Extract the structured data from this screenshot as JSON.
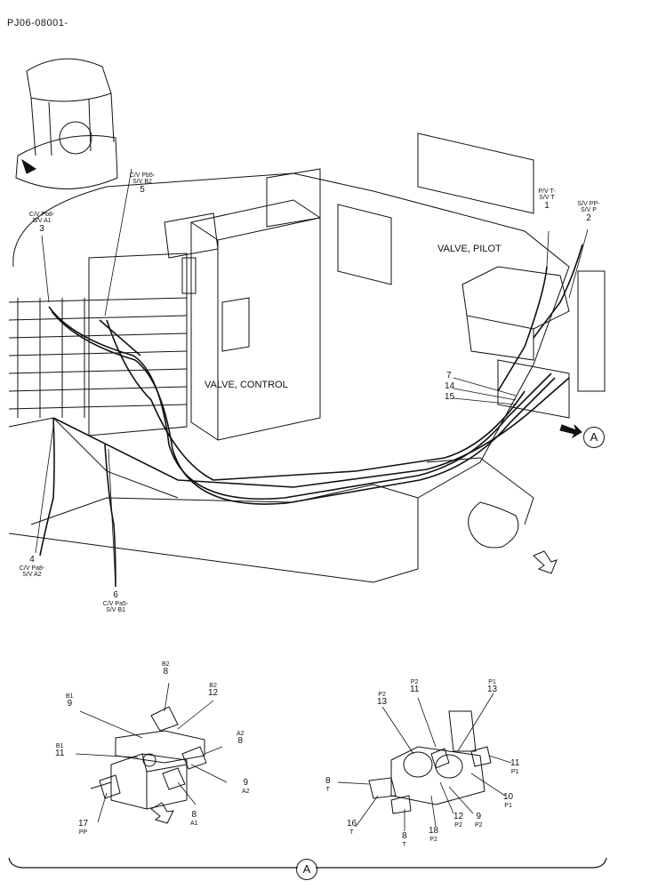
{
  "doc_code": "PJ06-08001-",
  "main": {
    "valve_pilot": "VALVE, PILOT",
    "valve_control": "VALVE, CONTROL",
    "callout_1": {
      "text": "P/V T-\nS/V T",
      "num": "1"
    },
    "callout_2": {
      "text": "S/V PP-\nS/V P",
      "num": "2"
    },
    "callout_3": {
      "text": "C/V Pb8-\nS/V A1",
      "num": "3"
    },
    "callout_4": {
      "text": "C/V Pa8-\nS/V A2",
      "num": "4"
    },
    "callout_5": {
      "text": "C/V Pb5-\nS/V B2",
      "num": "5"
    },
    "callout_6": {
      "text": "C/V Pa5-\nS/V B1",
      "num": "6"
    },
    "callout_7": "7",
    "callout_14": "14",
    "callout_15": "15",
    "view_marker": "A"
  },
  "detail_left": [
    {
      "sub": "B2",
      "num": "8"
    },
    {
      "sub": "B2",
      "num": "12"
    },
    {
      "sub": "B1",
      "num": "9"
    },
    {
      "sub": "B1",
      "num": "11"
    },
    {
      "sub": "A2",
      "num": "8"
    },
    {
      "num": "9",
      "sub": "A2"
    },
    {
      "num": "17",
      "sub": "PP"
    },
    {
      "num": "8",
      "sub": "A1"
    }
  ],
  "detail_right": [
    {
      "sub": "P2",
      "num": "13"
    },
    {
      "sub": "P2",
      "num": "11"
    },
    {
      "sub": "P1",
      "num": "13"
    },
    {
      "num": "11",
      "sub": "P1"
    },
    {
      "num": "10",
      "sub": "P1"
    },
    {
      "num": "9",
      "sub": "P2"
    },
    {
      "num": "12",
      "sub": "P2"
    },
    {
      "num": "18",
      "sub": "P2"
    },
    {
      "num": "8",
      "sub": "T"
    },
    {
      "num": "16",
      "sub": "T"
    },
    {
      "num": "8",
      "sub": "T"
    }
  ],
  "footer_marker": "A"
}
